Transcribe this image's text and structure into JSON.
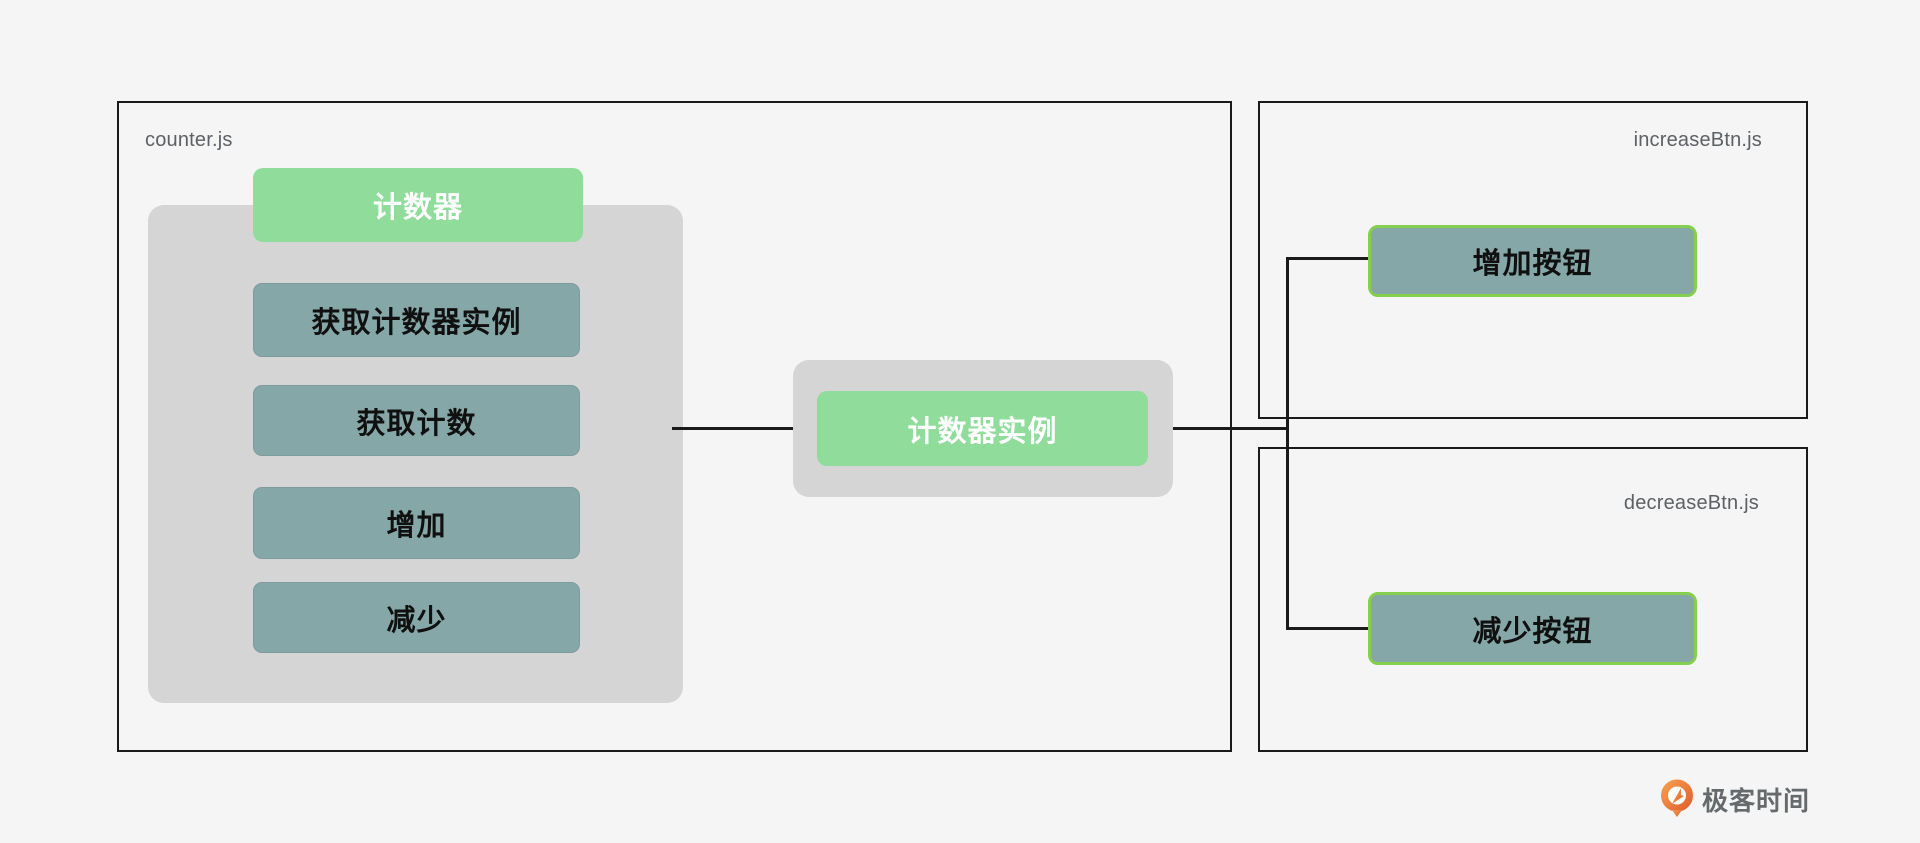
{
  "modules": {
    "counter": {
      "file_label": "counter.js",
      "class_node": "计数器",
      "methods": [
        "获取计数器实例",
        "获取计数",
        "增加",
        "减少"
      ]
    },
    "instance": {
      "node_label": "计数器实例"
    },
    "increase": {
      "file_label": "increaseBtn.js",
      "button_label": "增加按钮"
    },
    "decrease": {
      "file_label": "decreaseBtn.js",
      "button_label": "减少按钮"
    }
  },
  "footer": {
    "brand": "极客时间"
  },
  "colors": {
    "background": "#f4f5f4",
    "panel_gray": "#d5d5d5",
    "node_green": "#8fdc9b",
    "node_teal": "#86a7a8",
    "button_stroke_green": "#85cf4e",
    "line_black": "#1a1a1a",
    "label_gray": "#5d6165",
    "brand_orange": "#e2632e"
  }
}
